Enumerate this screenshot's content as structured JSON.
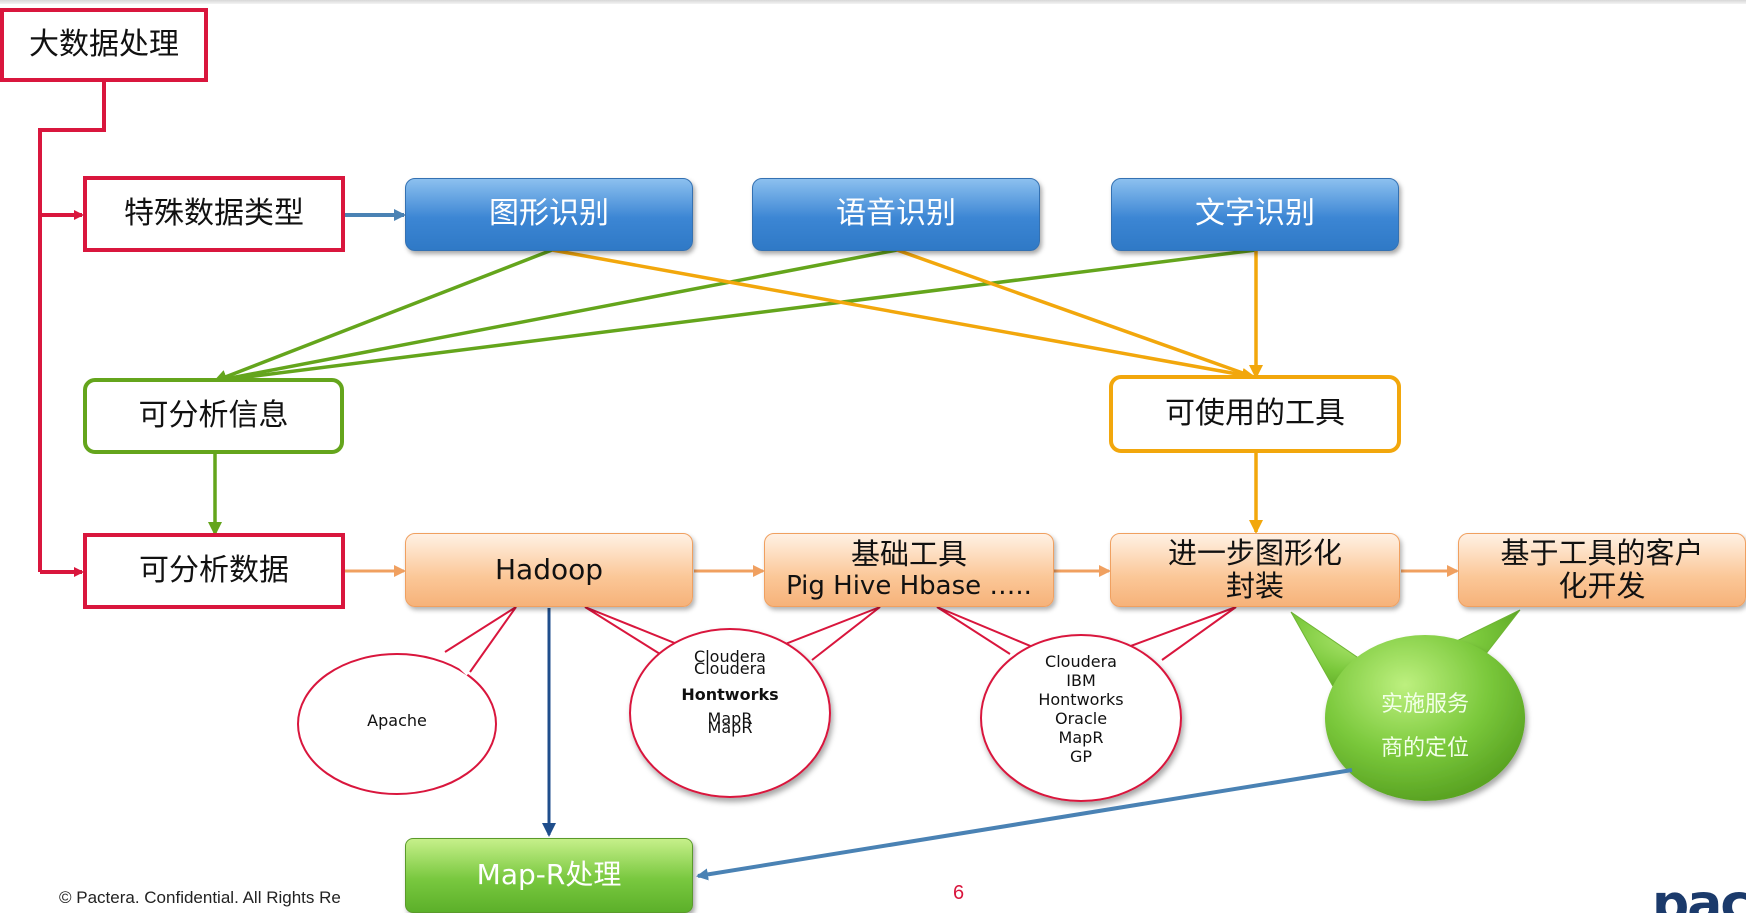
{
  "nodes": {
    "big_data_processing": "大数据处理",
    "special_data_types": "特殊数据类型",
    "image_recognition": "图形识别",
    "speech_recognition": "语音识别",
    "text_recognition": "文字识别",
    "analyzable_info": "可分析信息",
    "usable_tools": "可使用的工具",
    "analyzable_data": "可分析数据",
    "hadoop": "Hadoop",
    "basic_tools_line1": "基础工具",
    "basic_tools_line2": "Pig Hive Hbase …..",
    "graphical_packaging_line1": "进一步图形化",
    "graphical_packaging_line2": "封装",
    "custom_dev_line1": "基于工具的客户",
    "custom_dev_line2": "化开发",
    "map_r": "Map-R处理"
  },
  "bubbles": {
    "apache": "Apache",
    "basic_tools_vendors": {
      "l1": "Cloudera",
      "l2": "Cloudera",
      "l3": "Hontworks",
      "l4": "MapR",
      "l5": "MapR"
    },
    "graphical_vendors": [
      "Cloudera",
      "IBM",
      "Hontworks",
      "Oracle",
      "MapR",
      "GP"
    ],
    "implementer_line1": "实施服务",
    "implementer_line2": "商的定位"
  },
  "footer": {
    "copyright": "© Pactera. Confidential. All Rights Re",
    "page_number": "6",
    "logo_text": "pac"
  },
  "colors": {
    "red": "#d9163d",
    "blue": "#3c86d4",
    "green": "#64a51c",
    "orange": "#f2a70c",
    "peach": "#fbc797",
    "navy": "#1f4e8c"
  }
}
